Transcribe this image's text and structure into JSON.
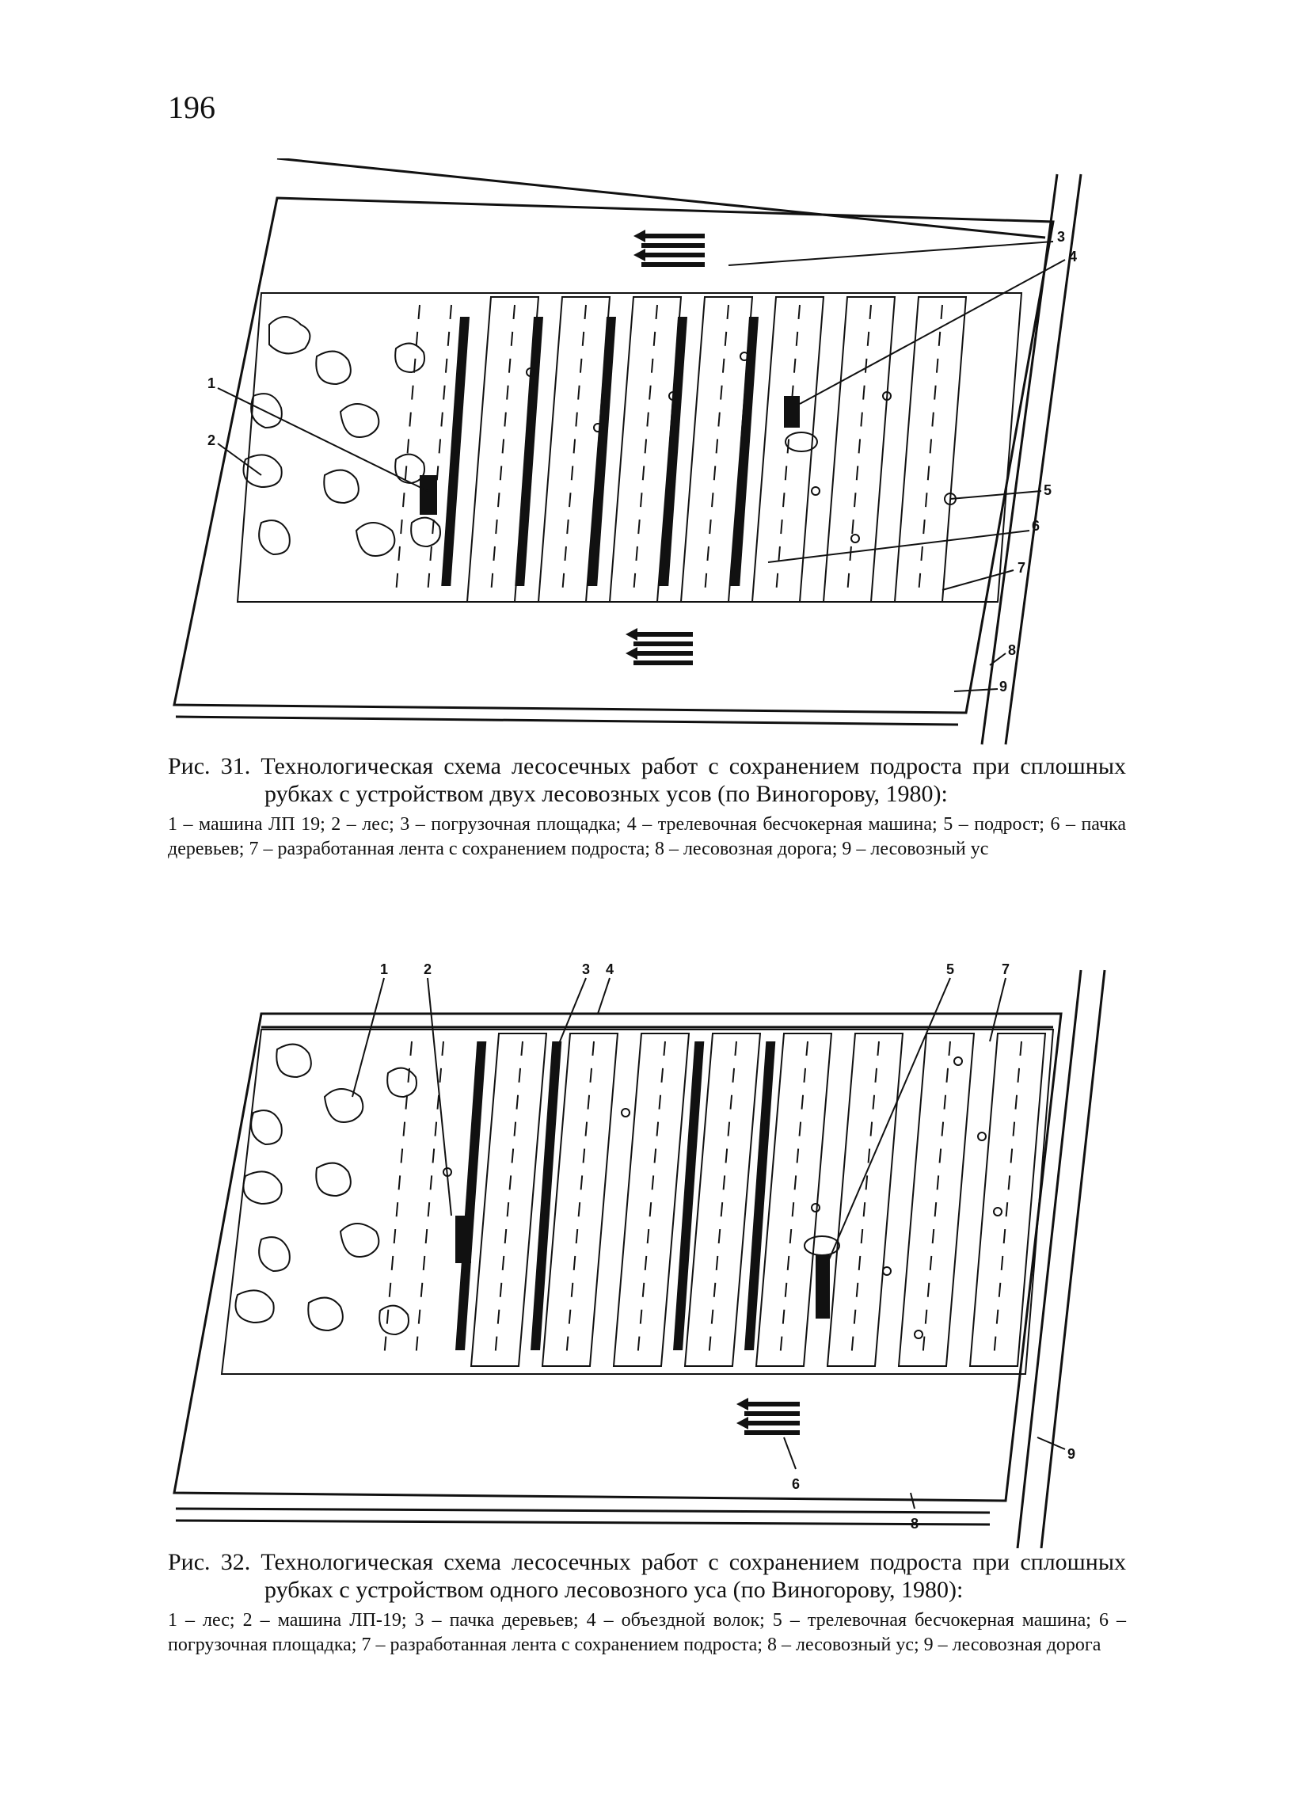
{
  "page": {
    "number": "196"
  },
  "figure31": {
    "labels": [
      "1",
      "2",
      "3",
      "4",
      "5",
      "6",
      "7",
      "8",
      "9"
    ],
    "caption_title": "Рис. 31. Технологическая схема лесосечных работ с сохранением подроста при сплошных рубках с устройством двух лесовозных усов (по Виногорову, 1980):",
    "caption_legend": "1 – машина ЛП 19; 2 – лес; 3 – погрузочная площадка; 4 – трелевочная бесчокерная машина; 5 – подрост; 6 – пачка деревьев; 7 – разработанная лента с сохранением подроста; 8 – лесовозная дорога; 9 – лесовозный ус"
  },
  "figure32": {
    "labels": [
      "1",
      "2",
      "3",
      "4",
      "5",
      "7",
      "6",
      "8",
      "9"
    ],
    "caption_title": "Рис. 32. Технологическая схема лесосечных работ с сохранением подроста при сплошных рубках с устройством одного лесовозного уса (по Виногорову, 1980):",
    "caption_legend": "1 – лес; 2 – машина ЛП-19; 3 – пачка деревьев; 4 – объездной волок; 5 – трелевочная бесчокерная машина; 6 – погрузочная площадка; 7 – разработанная лента с сохранением подроста; 8 – лесовозный ус; 9 – лесовозная дорога"
  }
}
